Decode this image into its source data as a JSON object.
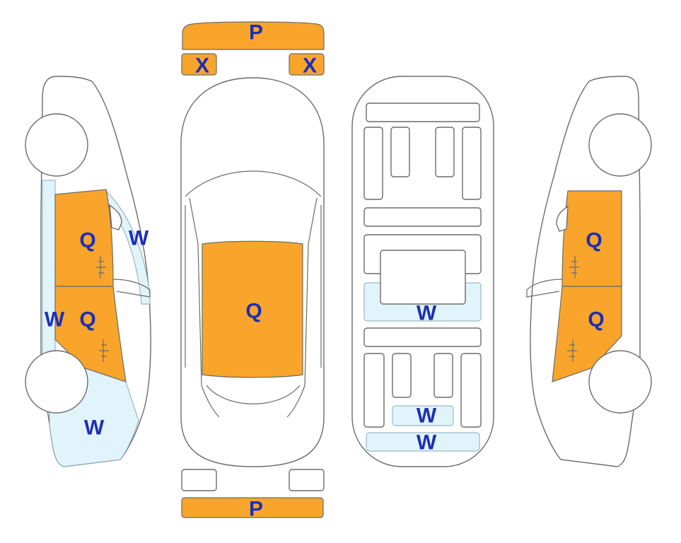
{
  "colors": {
    "damage_orange": "#f9a52b",
    "area_blue": "#e1f4fb",
    "label_blue": "#1e2fb6",
    "outline": "#6b6b6b"
  },
  "labels": {
    "front_bumper": "P",
    "left_headlight": "X",
    "right_headlight": "X",
    "rear_bumper": "P",
    "roof": "Q",
    "left_front_door": "Q",
    "left_rear_door": "Q",
    "left_windshield_pillar": "W",
    "left_sill": "W",
    "left_rear_quarter": "W",
    "right_front_door": "Q",
    "right_rear_door": "Q",
    "floor_middle": "W",
    "floor_rear_1": "W",
    "floor_rear_2": "W"
  }
}
